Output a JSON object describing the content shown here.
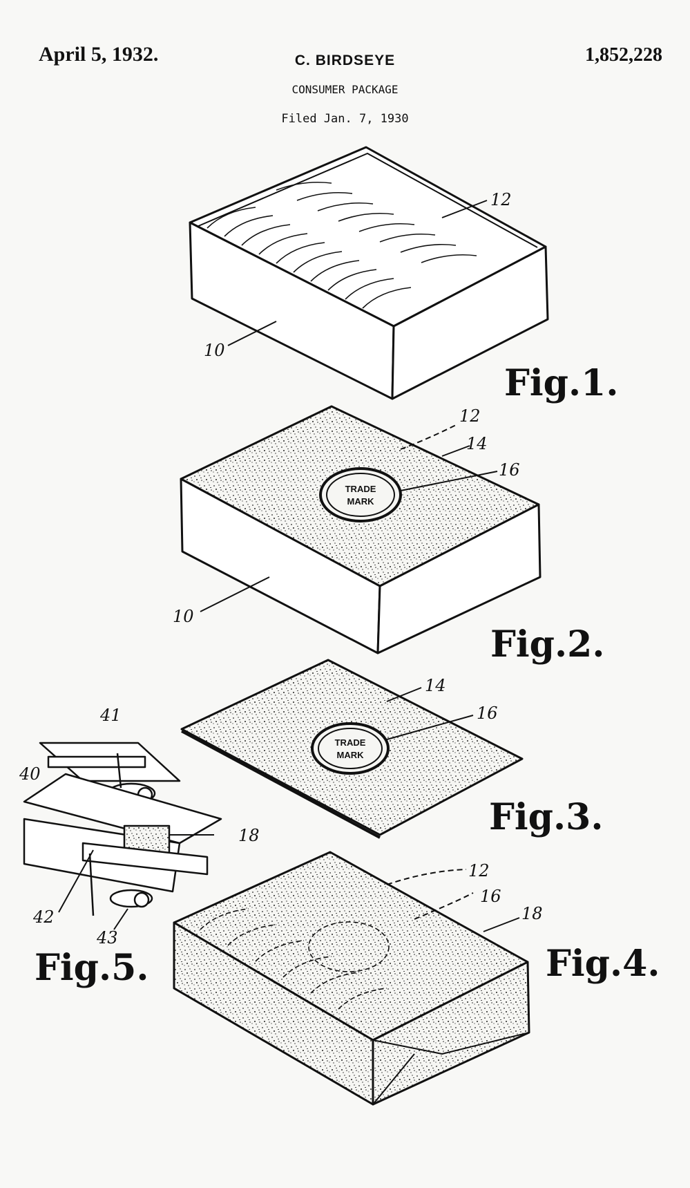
{
  "header": {
    "date": "April 5, 1932.",
    "inventor": "C. BIRDSEYE",
    "patent_number": "1,852,228",
    "title": "CONSUMER PACKAGE",
    "filed": "Filed Jan. 7, 1930"
  },
  "figures": [
    {
      "label": "Fig.1.",
      "refs": [
        "12",
        "10"
      ]
    },
    {
      "label": "Fig.2.",
      "refs": [
        "12",
        "14",
        "16",
        "10"
      ]
    },
    {
      "label": "Fig.3.",
      "refs": [
        "14",
        "16"
      ]
    },
    {
      "label": "Fig.4.",
      "refs": [
        "12",
        "16",
        "18"
      ]
    },
    {
      "label": "Fig.5.",
      "refs": [
        "41",
        "40",
        "18",
        "42",
        "43"
      ]
    }
  ],
  "seal": {
    "line1": "TRADE",
    "line2": "MARK"
  }
}
